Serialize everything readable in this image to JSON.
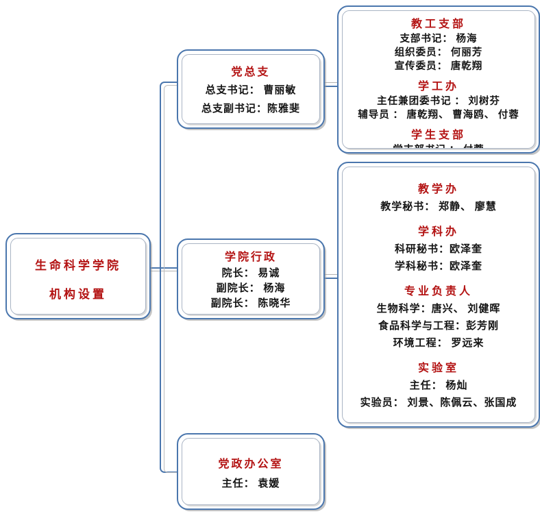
{
  "colors": {
    "border_blue": "#4a76ad",
    "shadow_gray": "#b2b2b2",
    "title_red": "#b31212",
    "text_black": "#141414"
  },
  "root_box": {
    "line1": "生命科学学院",
    "line2": "机构设置"
  },
  "party_branch": {
    "title": "党总支",
    "lines": [
      "总支书记： 曹丽敏",
      "总支副书记：陈雅斐"
    ]
  },
  "admin": {
    "title": "学院行政",
    "lines": [
      "院长： 易诚",
      "副院长：  杨海",
      "副院长：  陈晓华"
    ]
  },
  "office": {
    "title": "党政办公室",
    "lines": [
      "主任：  袁媛"
    ]
  },
  "right_top": {
    "sections": [
      {
        "title": "教工支部",
        "lines": [
          "支部书记：  杨海",
          "组织委员：  何丽芳",
          "宣传委员：  唐乾翔"
        ]
      },
      {
        "title": "学工办",
        "lines": [
          "主任兼团委书记 ：  刘树芬",
          "辅导员 ： 唐乾翔、 曹海鸥、 付蓉"
        ]
      },
      {
        "title": "学生支部",
        "lines": [
          "党支部书记 ：  付蓉"
        ]
      }
    ]
  },
  "right_bottom": {
    "sections": [
      {
        "title": "教学办",
        "lines": [
          "教学秘书：  郑静、  廖慧"
        ]
      },
      {
        "title": "学科办",
        "lines": [
          "科研秘书：欧泽奎",
          "学科秘书：欧泽奎"
        ]
      },
      {
        "title": "专业负责人",
        "lines": [
          "生物科学：唐兴、  刘健晖",
          "食品科学与工程：彭芳刚",
          "环境工程：  罗远来"
        ]
      },
      {
        "title": "实验室",
        "lines": [
          "主任：  杨灿",
          "实验员：  刘景、陈佩云、张国成"
        ]
      }
    ]
  }
}
